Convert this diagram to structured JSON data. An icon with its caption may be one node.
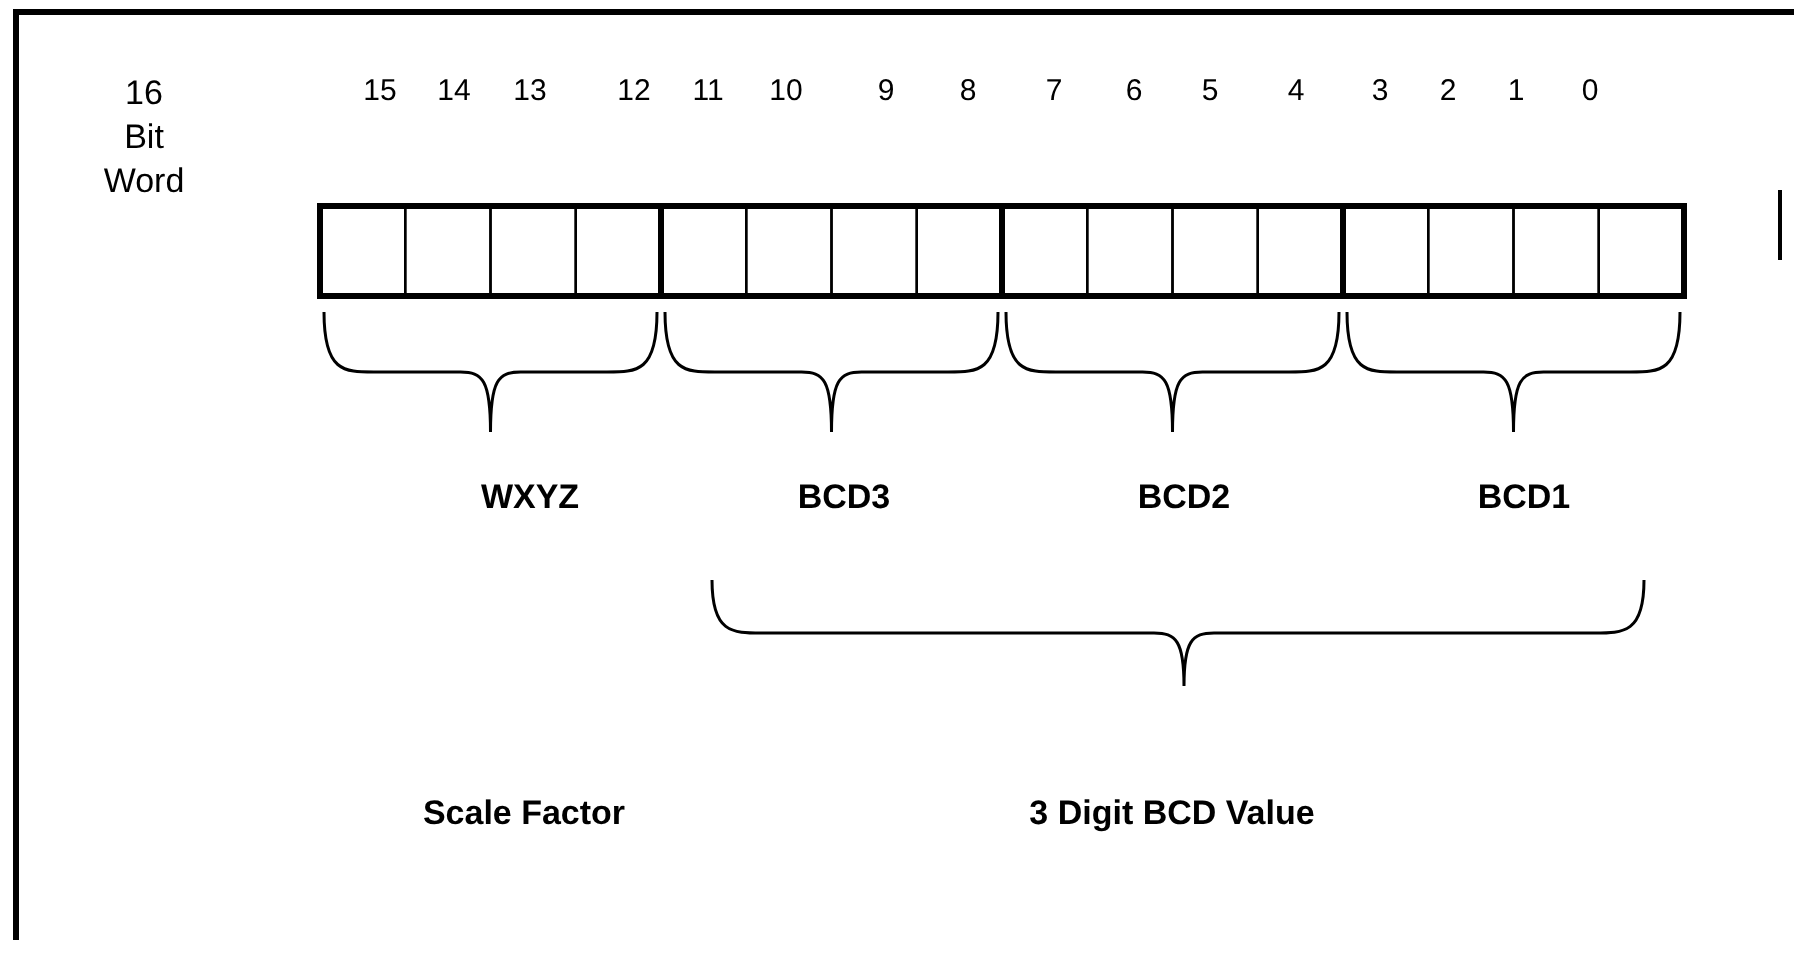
{
  "diagram": {
    "labels": [
      "16 Bit Word",
      "15",
      "14",
      "13",
      "12",
      "11",
      "10",
      "9",
      "8",
      "7",
      "6",
      "5",
      "4",
      "3",
      "2",
      "1",
      "0",
      "WXYZ",
      "BCD3",
      "BCD2",
      "BCD1",
      "Scale Factor",
      "3 Digit BCD Value"
    ]
  }
}
